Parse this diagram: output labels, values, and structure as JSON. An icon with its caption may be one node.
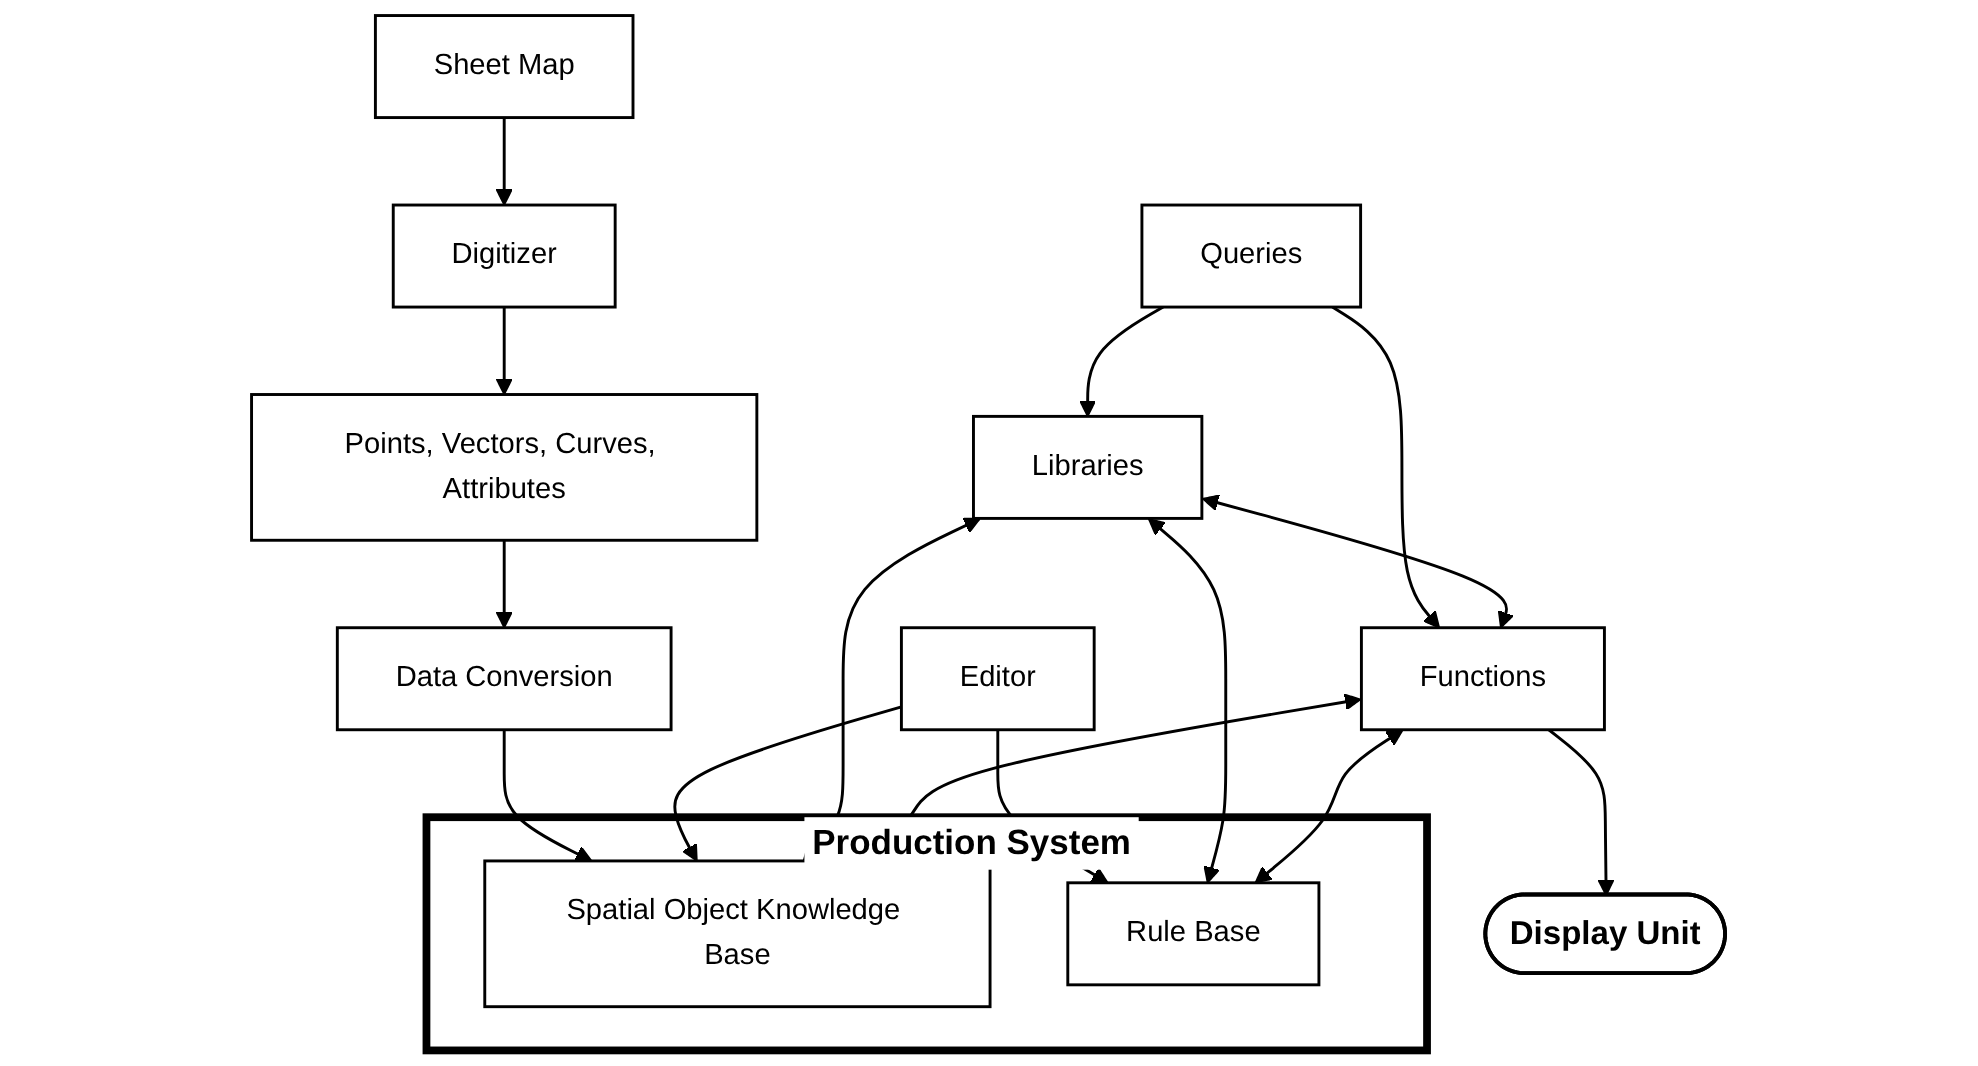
{
  "diagram": {
    "nodes": [
      {
        "text": [
          "Sheet Map"
        ]
      },
      {
        "text": [
          "Digitizer"
        ]
      },
      {
        "text": [
          "Points, Vectors, Curves, Attributes"
        ]
      },
      {
        "text": [
          "Data Conversion"
        ]
      },
      {
        "text": [
          "Queries"
        ]
      },
      {
        "text": [
          "Editor"
        ]
      },
      {
        "text": [
          "Libraries"
        ]
      },
      {
        "text": [
          "Functions"
        ]
      },
      {
        "text": [
          "Display Unit"
        ]
      },
      {
        "text": [
          "Production System"
        ]
      },
      {
        "text": [
          "Spatial Object Knowledge Base"
        ],
        "in": 9
      },
      {
        "text": [
          "Rule Base"
        ],
        "in": 9
      }
    ],
    "edges": [
      {
        "from": 0,
        "to": 1,
        "arrow": "to"
      },
      {
        "from": 1,
        "to": 2,
        "arrow": "to"
      },
      {
        "from": 2,
        "to": 3,
        "arrow": "to"
      },
      {
        "from": 3,
        "to": 10,
        "arrow": "to"
      },
      {
        "from": 4,
        "to": 6,
        "arrow": "to"
      },
      {
        "from": 4,
        "to": 7,
        "arrow": "to"
      },
      {
        "from": 6,
        "to": 7,
        "arrow": "both"
      },
      {
        "from": 7,
        "to": 8,
        "arrow": "to"
      },
      {
        "from": 5,
        "to": 10,
        "arrow": "to"
      },
      {
        "from": 5,
        "to": 11,
        "arrow": "to"
      },
      {
        "from": 6,
        "to": 10,
        "arrow": "both"
      },
      {
        "from": 6,
        "to": 11,
        "arrow": "both"
      },
      {
        "from": 7,
        "to": 10,
        "arrow": "both"
      },
      {
        "from": 7,
        "to": 11,
        "arrow": "both"
      }
    ]
  }
}
